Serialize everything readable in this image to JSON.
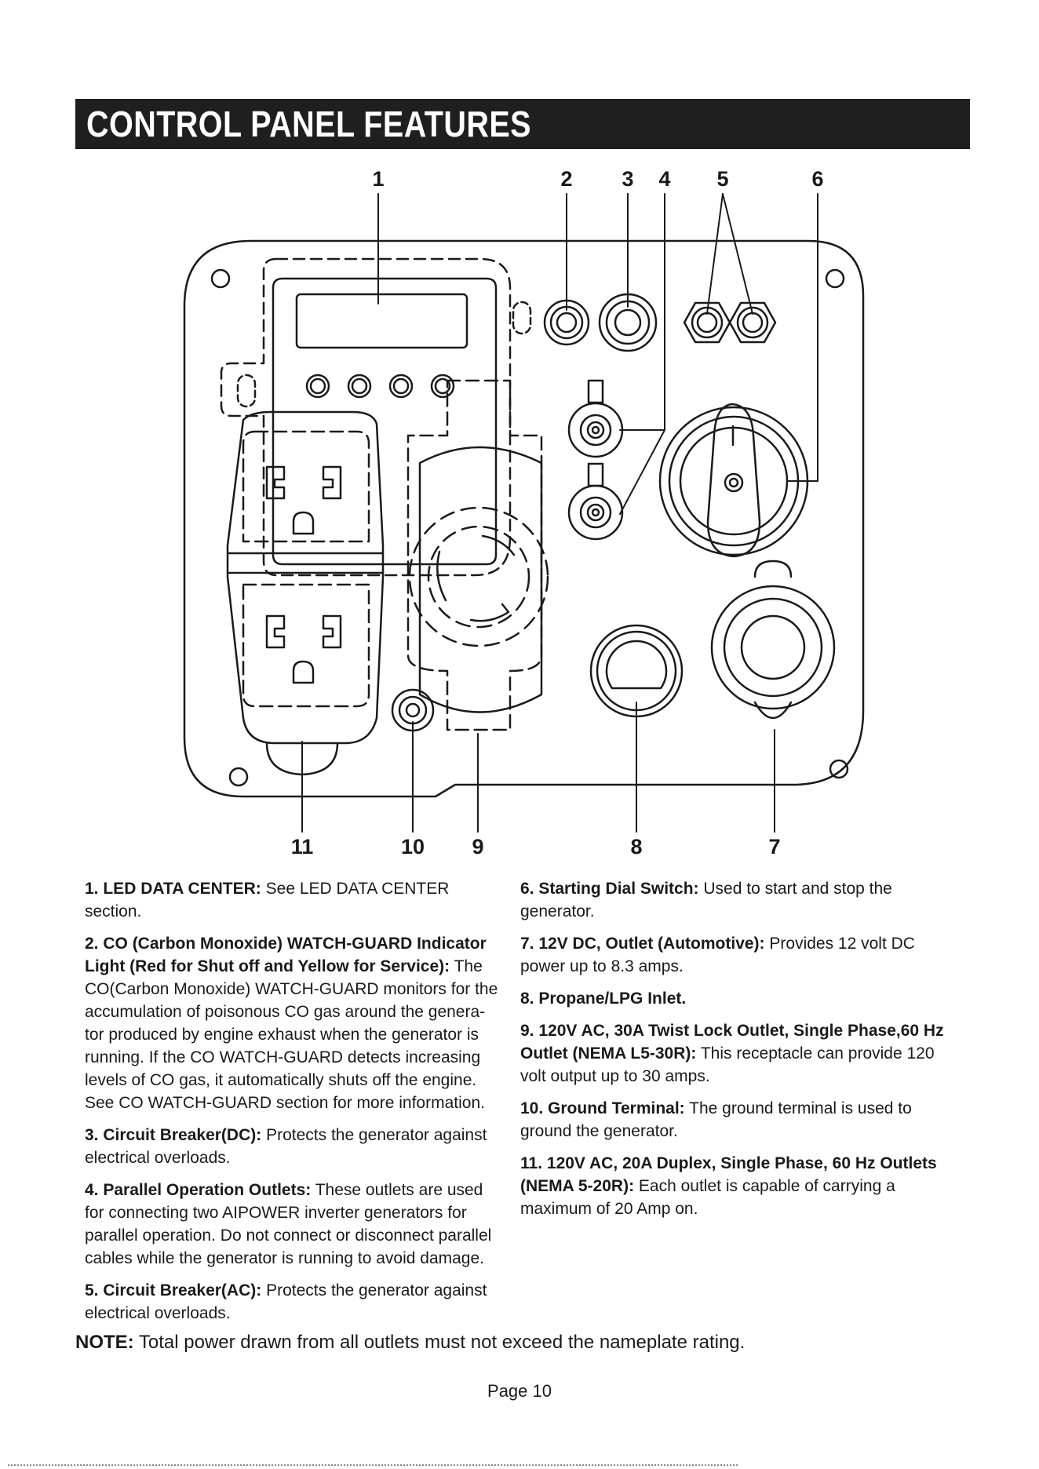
{
  "header": {
    "title": "CONTROL PANEL FEATURES"
  },
  "diagram": {
    "callouts": [
      "1",
      "2",
      "3",
      "4",
      "5",
      "6",
      "7",
      "8",
      "9",
      "10",
      "11"
    ]
  },
  "features": {
    "left": [
      {
        "num": "1.",
        "title": "LED DATA CENTER:",
        "text": "See LED DATA CENTER section."
      },
      {
        "num": "2.",
        "title": "CO (Carbon Monoxide) WATCH-GUARD Indicator Light (Red for Shut off and Yellow for Service):",
        "text": "The CO(Carbon Monoxide) WATCH-GUARD monitors for the accumulation of poisonous CO gas around the genera- tor produced by engine exhaust when the generator is running. If the CO WATCH-GUARD detects increasing levels of CO gas, it automatically shuts off the engine. See CO WATCH-GUARD section for more information."
      },
      {
        "num": "3.",
        "title": "Circuit Breaker(DC):",
        "text": "Protects the generator against electrical overloads."
      },
      {
        "num": "4.",
        "title": "Parallel Operation Outlets:",
        "text": "These outlets are used for connecting two AIPOWER inverter generators for parallel operation. Do not connect or disconnect parallel cables while the generator is running to avoid damage."
      },
      {
        "num": "5.",
        "title": "Circuit Breaker(AC):",
        "text": "Protects the generator against electrical overloads."
      }
    ],
    "right": [
      {
        "num": "6.",
        "title": "Starting Dial Switch:",
        "text": "Used to start and stop the generator."
      },
      {
        "num": "7.",
        "title": "12V DC, Outlet (Automotive):",
        "text": "Provides 12 volt DC power up to 8.3 amps."
      },
      {
        "num": "8.",
        "title": "Propane/LPG Inlet.",
        "text": ""
      },
      {
        "num": "9.",
        "title": "120V AC, 30A Twist Lock Outlet, Single Phase,60 Hz Outlet (NEMA L5-30R):",
        "text": "This receptacle can provide 120 volt output up to 30 amps."
      },
      {
        "num": "10.",
        "title": "Ground Terminal:",
        "text": "The ground terminal is used to ground the generator."
      },
      {
        "num": "11.",
        "title": "120V AC, 20A Duplex, Single Phase, 60 Hz Outlets (NEMA 5-20R):",
        "text": "Each outlet is capable of carrying a maximum of 20 Amp on."
      }
    ]
  },
  "note": {
    "label": "NOTE:",
    "text": "Total power drawn from all outlets must not exceed the nameplate rating."
  },
  "footer": {
    "page": "Page 10"
  }
}
